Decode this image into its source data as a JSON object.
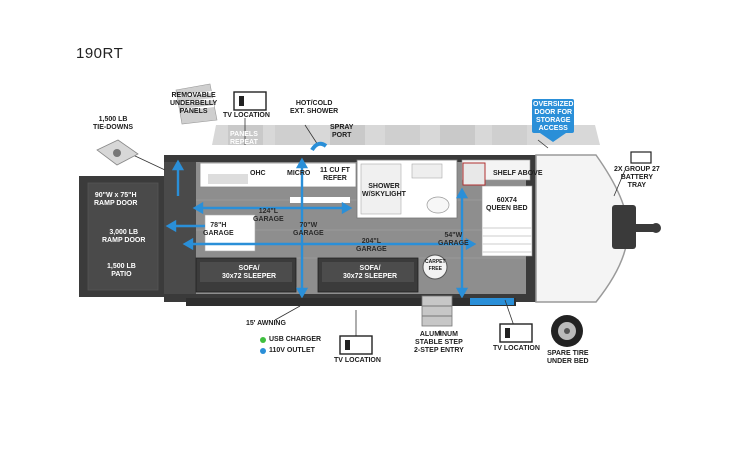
{
  "model": "190RT",
  "labels": {
    "removable_underbelly_panels": [
      "REMOVABLE",
      "UNDERBELLY",
      "PANELS"
    ],
    "tv_location_top": "TV LOCATION",
    "hot_cold_shower": [
      "HOT/COLD",
      "EXT. SHOWER"
    ],
    "tie_downs": [
      "1,500 LB",
      "TIE-DOWNS"
    ],
    "spray_port": [
      "SPRAY",
      "PORT"
    ],
    "panels_repeat": [
      "PANELS",
      "REPEAT"
    ],
    "oversized_door": [
      "OVERSIZED",
      "DOOR FOR",
      "STORAGE",
      "ACCESS"
    ],
    "ohc": "OHC",
    "micro": "MICRO",
    "refer": [
      "11 CU FT",
      "REFER"
    ],
    "shelf_above": "SHELF ABOVE",
    "battery_tray": [
      "2X GROUP 27",
      "BATTERY",
      "TRAY"
    ],
    "ramp_door_size": [
      "90\"W x 75\"H",
      "RAMP DOOR"
    ],
    "ramp_door_weight": [
      "3,000 LB",
      "RAMP DOOR"
    ],
    "patio": [
      "1,500 LB",
      "PATIO"
    ],
    "garage_124": [
      "124\"L",
      "GARAGE"
    ],
    "garage_78": [
      "78\"H",
      "GARAGE"
    ],
    "garage_70": [
      "70\"W",
      "GARAGE"
    ],
    "shower_skylight": [
      "SHOWER",
      "W/SKYLIGHT"
    ],
    "queen_bed": [
      "60X74",
      "QUEEN BED"
    ],
    "garage_204": [
      "204\"L",
      "GARAGE"
    ],
    "garage_54": [
      "54\"W",
      "GARAGE"
    ],
    "sofa_left": [
      "SOFA/",
      "30x72 SLEEPER"
    ],
    "sofa_right": [
      "SOFA/",
      "30x72 SLEEPER"
    ],
    "carpet_free": [
      "CARPET",
      "FREE"
    ],
    "awning": "15' AWNING",
    "usb_charger": "USB CHARGER",
    "outlet_110v": "110V OUTLET",
    "tv_location_bottom": "TV LOCATION",
    "aluminum_step": [
      "ALUMINUM",
      "STABLE STEP",
      "2-STEP ENTRY"
    ],
    "tv_location_right": "TV LOCATION",
    "spare_tire": [
      "SPARE TIRE",
      "UNDER BED"
    ]
  },
  "colors": {
    "accent_blue": "#2a8fd8",
    "usb_green": "#3fbf3f",
    "outlet_blue": "#2a8fd8",
    "floor": "#8c8c8c",
    "dark": "#3a3a3a"
  },
  "icons": [
    "tv-icon",
    "tie-down-icon",
    "shower-head-icon",
    "battery-icon",
    "tire-icon",
    "down-arrow-icon",
    "underbelly-panel-icon"
  ]
}
